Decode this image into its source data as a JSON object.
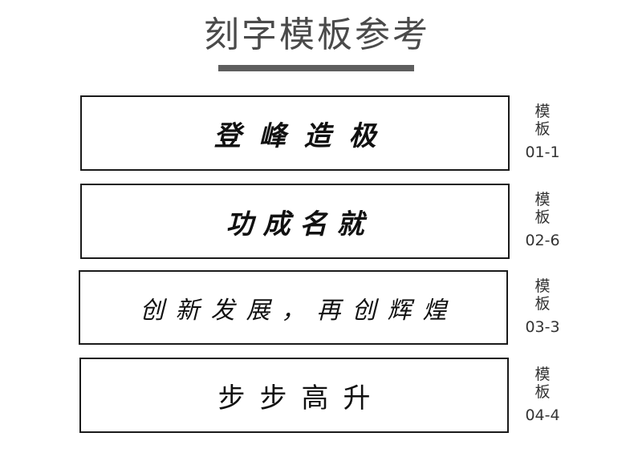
{
  "page": {
    "title": "刻字模板参考"
  },
  "templates": [
    {
      "text": "登峰造极",
      "label_top": "模",
      "label_bottom": "板",
      "code": "01-1"
    },
    {
      "text": "功成名就",
      "label_top": "模",
      "label_bottom": "板",
      "code": "02-6"
    },
    {
      "text": "创新发展，再创辉煌",
      "label_top": "模",
      "label_bottom": "板",
      "code": "03-3"
    },
    {
      "text": "步步高升",
      "label_top": "模",
      "label_bottom": "板",
      "code": "04-4"
    }
  ],
  "colors": {
    "title": "#4a4a4a",
    "title_bar": "#5e5e5e",
    "plate_border": "#1a1a1a",
    "plate_text": "#111111",
    "label": "#333333"
  }
}
